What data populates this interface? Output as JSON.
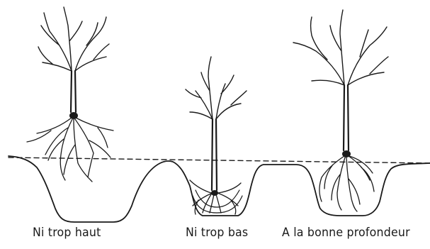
{
  "diagram": {
    "captions": [
      "Ni trop haut",
      "Ni trop bas",
      "A la bonne profondeur"
    ],
    "colors": {
      "ink": "#1a1a1a",
      "background": "#ffffff"
    }
  }
}
